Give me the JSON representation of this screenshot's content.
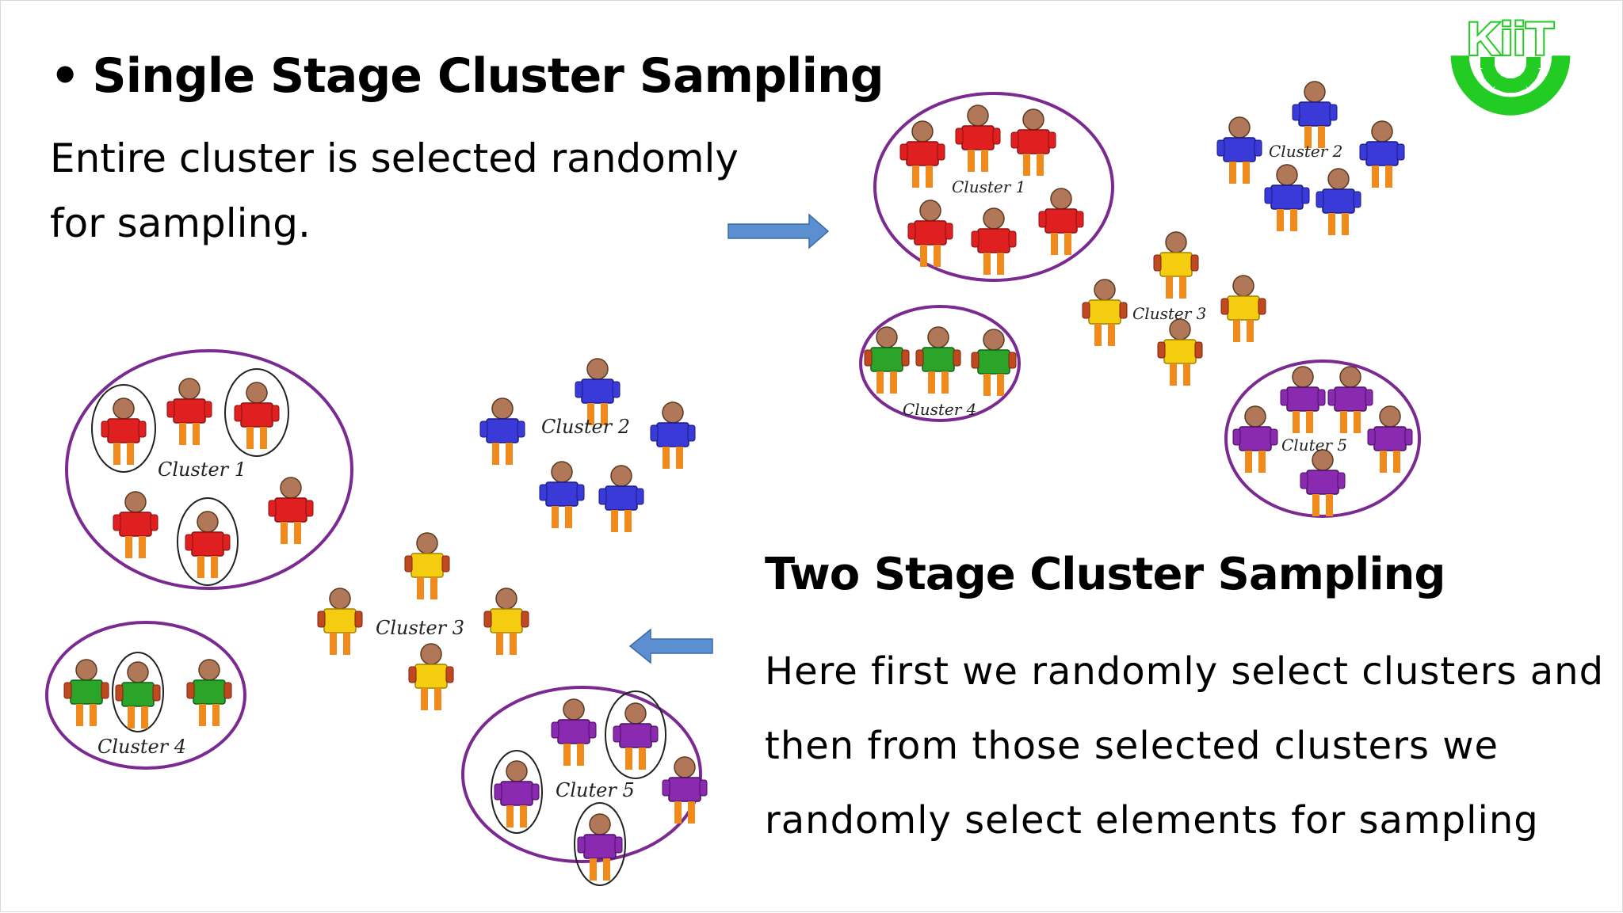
{
  "single_stage": {
    "title": "Single Stage Cluster Sampling",
    "bullet": "•",
    "description": "Entire cluster is selected randomly for sampling."
  },
  "two_stage": {
    "title": "Two Stage Cluster Sampling",
    "description": "Here first we randomly select clusters and then from those selected clusters we randomly select elements for sampling"
  },
  "logo": {
    "text": "KiiT",
    "color": "#22cc22"
  },
  "cluster_labels_top": [
    "Cluster 1",
    "Cluster 2",
    "Cluster 3",
    "Cluster 4",
    "Cluter 5"
  ],
  "cluster_labels_bottom": [
    "Cluster 1",
    "Cluster 2",
    "Cluster 3",
    "Cluster 4",
    "Cluter 5"
  ],
  "colors": {
    "red": "#e02020",
    "blue": "#3a3ad8",
    "yellow": "#f4cc10",
    "green": "#2aa52a",
    "purple": "#8a2ab0",
    "legs": "#f08a1a",
    "ellipse": "#7a2a90",
    "arrow": "#5b8fd0"
  }
}
